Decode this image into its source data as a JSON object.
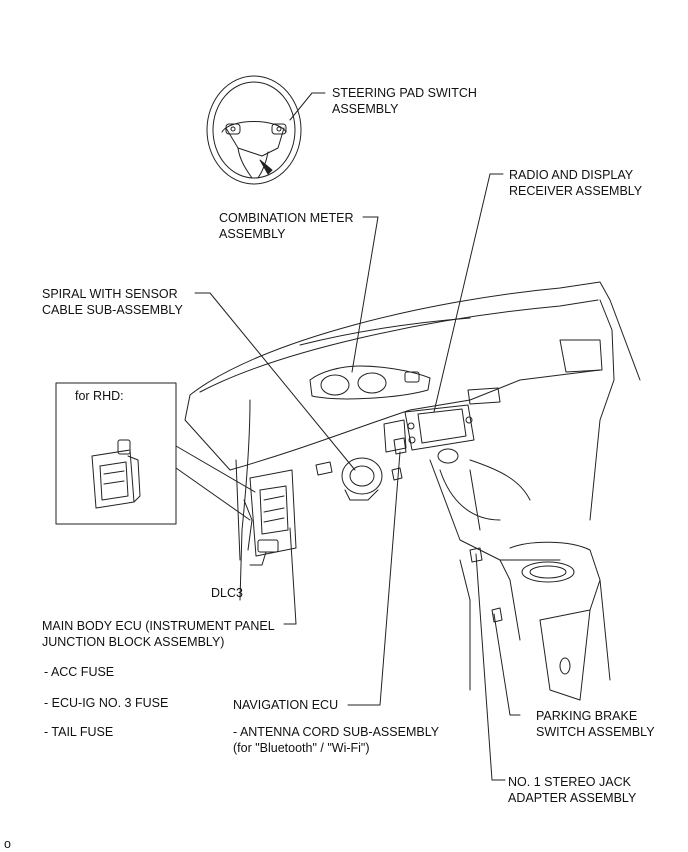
{
  "labels": {
    "steering_pad": [
      "STEERING PAD SWITCH",
      "ASSEMBLY"
    ],
    "radio_display": [
      "RADIO AND DISPLAY",
      "RECEIVER ASSEMBLY"
    ],
    "combination_meter": [
      "COMBINATION METER",
      "ASSEMBLY"
    ],
    "spiral_cable": [
      "SPIRAL WITH SENSOR",
      "CABLE SUB-ASSEMBLY"
    ],
    "for_rhd": "for RHD:",
    "dlc3": "DLC3",
    "main_body_ecu": [
      "MAIN BODY ECU (INSTRUMENT PANEL",
      "JUNCTION BLOCK ASSEMBLY)"
    ],
    "fuses": [
      "- ACC FUSE",
      "- ECU-IG NO. 3 FUSE",
      "- TAIL FUSE"
    ],
    "navigation_ecu": "NAVIGATION ECU",
    "antenna_cord": [
      "- ANTENNA CORD SUB-ASSEMBLY",
      "(for \"Bluetooth\" / \"Wi-Fi\")"
    ],
    "parking_brake": [
      "PARKING BRAKE",
      "SWITCH ASSEMBLY"
    ],
    "stereo_jack": [
      "NO. 1 STEREO JACK",
      "ADAPTER ASSEMBLY"
    ],
    "corner_mark": "o"
  }
}
